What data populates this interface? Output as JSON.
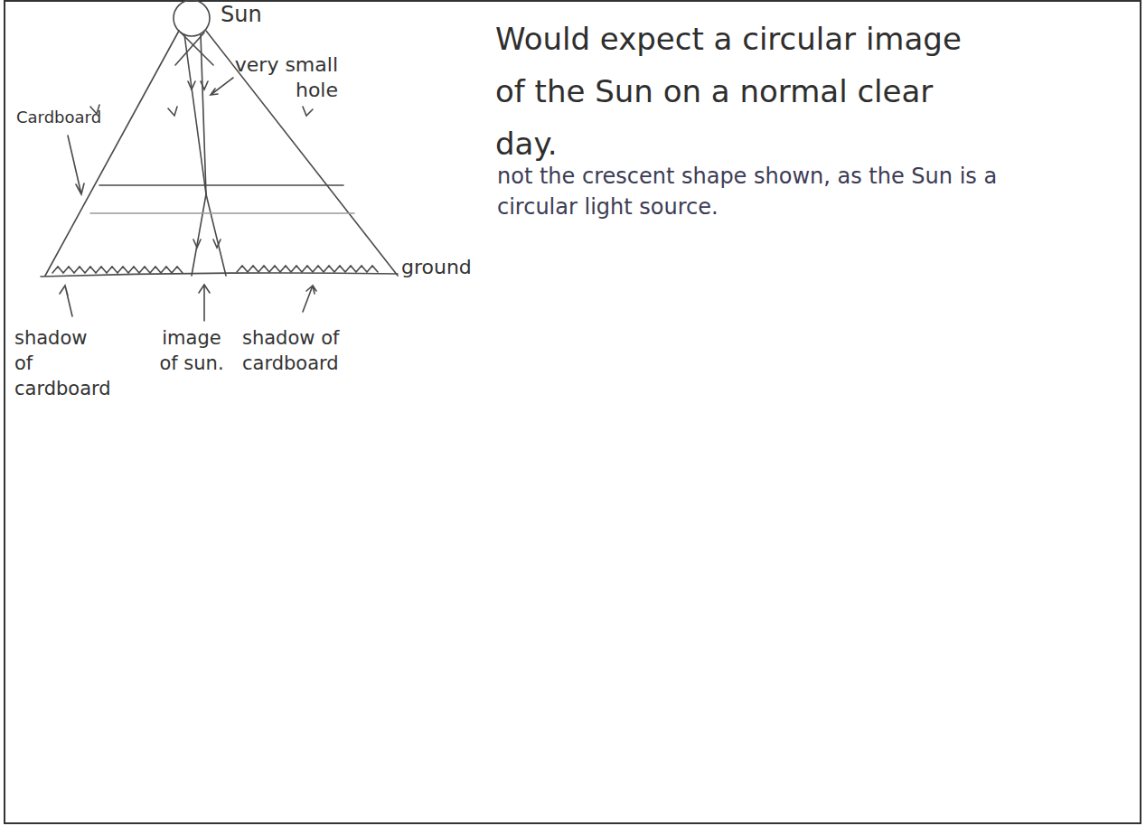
{
  "diagram": {
    "labels": [
      "Sun",
      "very small hole",
      "Cardboard",
      "ground",
      "shadow of cardboard",
      "image of sun.",
      "shadow of cardboard",
      "Would expect a circular image of the Sun on a normal clear day.",
      "not the crescent shape shown, as the Sun is a circular light source."
    ]
  }
}
